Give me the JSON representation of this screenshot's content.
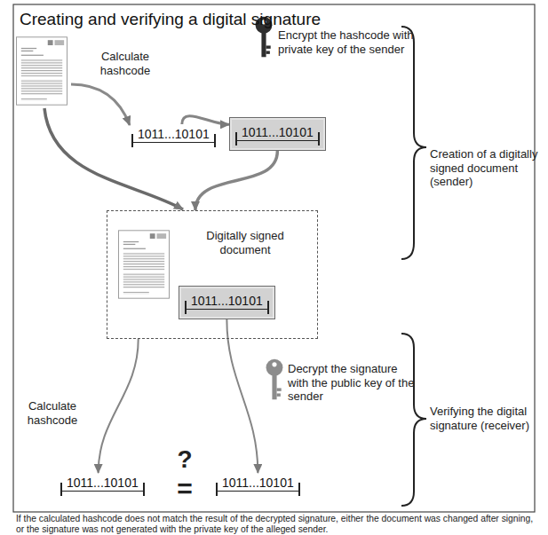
{
  "diagram": {
    "title": "Creating and verifying a digital signature",
    "caption": "If the calculated hashcode does not match the result of the decrypted signature, either the document was changed after signing, or the signature was not generated with the private key of the alleged sender.",
    "nodes": [
      {
        "text": [
          "1011...10101"
        ]
      },
      {
        "text": [
          "1011...10101"
        ]
      },
      {
        "text": [
          "Digitally signed document"
        ]
      },
      {
        "text": [
          "1011...10101"
        ],
        "in": 2
      },
      {
        "text": [
          "1011...10101"
        ]
      },
      {
        "text": [
          "1011...10101"
        ]
      }
    ],
    "edges": [
      {
        "from": 0,
        "to": 1,
        "arrow": "to"
      },
      {
        "from": 1,
        "to": 2,
        "arrow": "to"
      },
      {
        "from": 2,
        "to": 4,
        "arrow": "to"
      },
      {
        "from": 3,
        "to": 5,
        "arrow": "to"
      }
    ],
    "labels": [
      "Calculate hashcode",
      "Encrypt the hashcode with private key of the sender",
      "Creation of a digitally signed document (sender)",
      "Calculate hashcode",
      "Decrypt the signature with the public key of the sender",
      "?",
      "=",
      "Verifying the digital signature (receiver)"
    ]
  }
}
